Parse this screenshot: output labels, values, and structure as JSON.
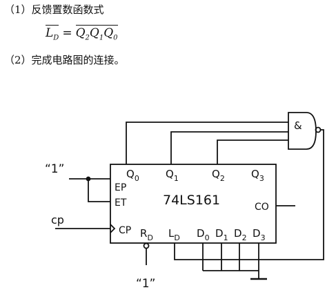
{
  "q1": {
    "num": "（1）",
    "text": "反馈置数函数式",
    "lhs": "L",
    "lhs_sub": "D",
    "eq": "=",
    "rhs": [
      {
        "v": "Q",
        "s": "2"
      },
      {
        "v": "Q",
        "s": "1"
      },
      {
        "v": "Q",
        "s": "0"
      }
    ]
  },
  "q2": {
    "num": "（2）",
    "text": "完成电路图的连接。"
  },
  "circuit": {
    "chip_name": "74LS161",
    "outputs": [
      {
        "base": "Q",
        "sub": "0"
      },
      {
        "base": "Q",
        "sub": "1"
      },
      {
        "base": "Q",
        "sub": "2"
      },
      {
        "base": "Q",
        "sub": "3"
      }
    ],
    "inputs": [
      {
        "base": "D",
        "sub": "0"
      },
      {
        "base": "D",
        "sub": "1"
      },
      {
        "base": "D",
        "sub": "2"
      },
      {
        "base": "D",
        "sub": "3"
      }
    ],
    "ep": "EP",
    "et": "ET",
    "co": "CO",
    "cp_pin": "CP",
    "rd": {
      "base": "R",
      "sub": "D"
    },
    "ld": {
      "base": "L",
      "sub": "D"
    },
    "cp_signal": "cp",
    "one_label": "“1”",
    "gate_symbol": "&"
  }
}
